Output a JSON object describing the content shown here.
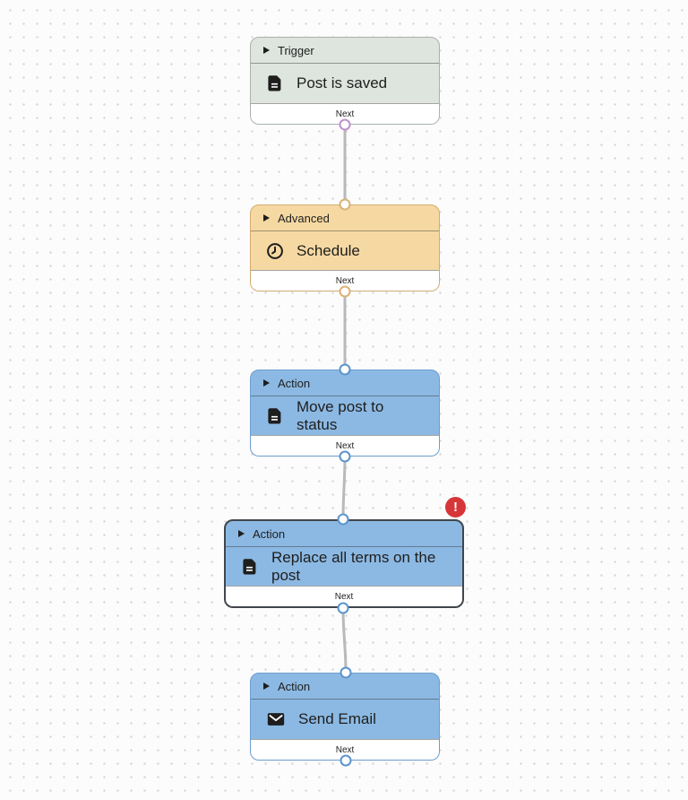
{
  "workflow": {
    "canvas": {
      "background": "#fcfcfc",
      "dot_color": "#d7d7d7",
      "connector_color": "#b9b9b9"
    },
    "nodes": [
      {
        "category": "Trigger",
        "title": "Post is saved",
        "footer_label": "Next",
        "icon": "post-icon",
        "type": "trigger",
        "selected": false,
        "has_error": false,
        "colors": {
          "background": "#dee4de",
          "border": "#a9b2a9",
          "port": "#bf90c9"
        }
      },
      {
        "category": "Advanced",
        "title": "Schedule",
        "footer_label": "Next",
        "icon": "clock-icon",
        "type": "advanced",
        "selected": false,
        "has_error": false,
        "colors": {
          "background": "#f6d9a2",
          "border": "#d2ab6e",
          "port": "#d8b377"
        }
      },
      {
        "category": "Action",
        "title": "Move post to status",
        "footer_label": "Next",
        "icon": "post-icon",
        "type": "action",
        "selected": false,
        "has_error": false,
        "colors": {
          "background": "#8cb9e3",
          "border": "#6d9ecf",
          "port": "#5b94cc"
        }
      },
      {
        "category": "Action",
        "title": "Replace all terms on the post",
        "footer_label": "Next",
        "icon": "post-icon",
        "type": "action",
        "selected": true,
        "has_error": true,
        "colors": {
          "background": "#8cb9e3",
          "border": "#41464c",
          "port": "#5b94cc"
        }
      },
      {
        "category": "Action",
        "title": "Send Email",
        "footer_label": "Next",
        "icon": "envelope-icon",
        "type": "action",
        "selected": false,
        "has_error": false,
        "colors": {
          "background": "#8cb9e3",
          "border": "#6d9ecf",
          "port": "#5b94cc"
        }
      }
    ],
    "connections": [
      {
        "from": "Post is saved",
        "to": "Schedule"
      },
      {
        "from": "Schedule",
        "to": "Move post to status"
      },
      {
        "from": "Move post to status",
        "to": "Replace all terms on the post"
      },
      {
        "from": "Replace all terms on the post",
        "to": "Send Email"
      }
    ],
    "error_badge": {
      "symbol": "!",
      "color": "#d63638",
      "attached_to": "Replace all terms on the post"
    }
  }
}
